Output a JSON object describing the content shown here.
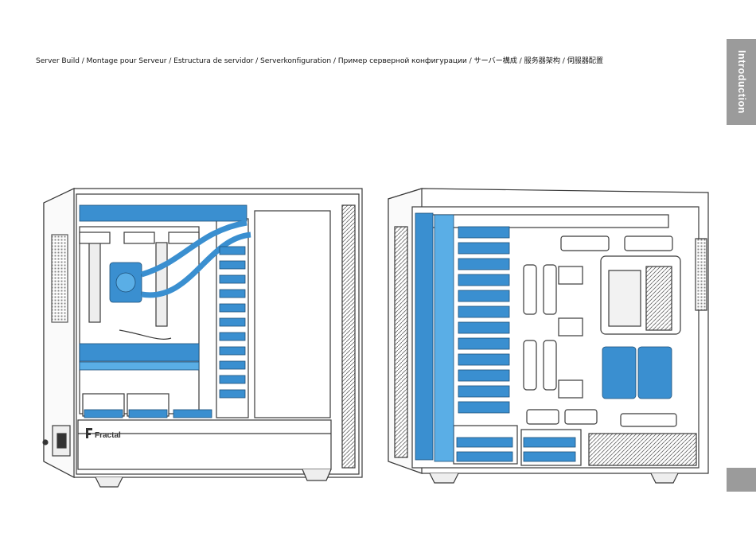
{
  "caption": "Server Build / Montage pour Serveur / Estructura de servidor / Serverkonfiguration / Пример серверной конфигурации / サーバー構成 / 服务器架构 / 伺服器配置",
  "side_tab": {
    "label": "Introduction"
  },
  "illustration": {
    "brand_label": "Fractal",
    "highlight_color": "#3a8fd0",
    "line_color": "#3a3a3a"
  }
}
